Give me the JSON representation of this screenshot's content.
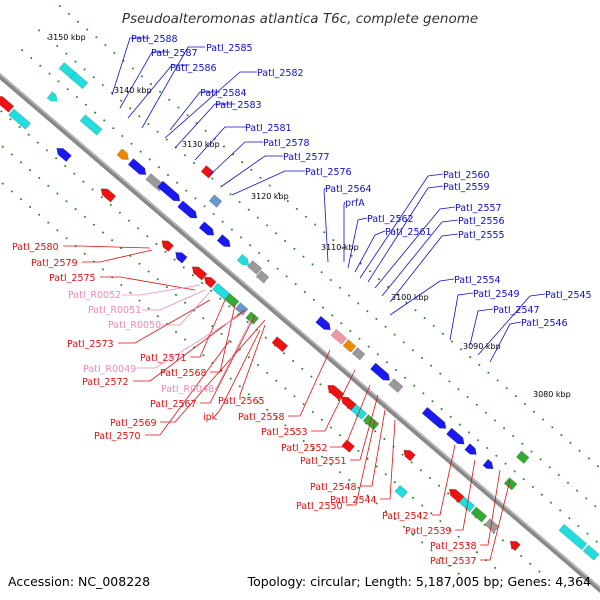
{
  "title": "Pseudoalteromonas atlantica T6c, complete genome",
  "footer": {
    "accession": "Accession: NC_008228",
    "summary": "Topology: circular; Length: 5,187,005 bp; Genes: 4,364"
  },
  "scale_ticks": [
    "3150 kbp",
    "3140 kbp",
    "3130 kbp",
    "3120 kbp",
    "3110 kbp",
    "3100 kbp",
    "3090 kbp",
    "3080 kbp"
  ],
  "colors": {
    "forward_label": "#1010cc",
    "reverse_label": "#dd1111",
    "rna_label": "#ee88bb",
    "backbone": "#888888",
    "tick_mark": "#228822"
  },
  "forward_labels": [
    "PatI_2588",
    "PatI_2587",
    "PatI_2585",
    "PatI_2586",
    "PatI_2582",
    "PatI_2584",
    "PatI_2583",
    "PatI_2581",
    "PatI_2578",
    "PatI_2577",
    "PatI_2576",
    "PatI_2564",
    "prfA",
    "PatI_2562",
    "PatI_2561",
    "PatI_2560",
    "PatI_2559",
    "PatI_2557",
    "PatI_2556",
    "PatI_2555",
    "PatI_2554",
    "PatI_2549",
    "PatI_2547",
    "PatI_2545",
    "PatI_2546"
  ],
  "reverse_labels": [
    "PatI_2580",
    "PatI_2579",
    "PatI_2575",
    "PatI_2573",
    "PatI_2571",
    "PatI_2568",
    "PatI_2572",
    "PatI_2567",
    "PatI_2565",
    "PatI_2569",
    "PatI_2570",
    "ipk",
    "PatI_2558",
    "PatI_2553",
    "PatI_2552",
    "PatI_2551",
    "PatI_2548",
    "PatI_2544",
    "PatI_2550",
    "PatI_2542",
    "PatI_2539",
    "PatI_2538",
    "PatI_2537"
  ],
  "rna_labels": [
    "PatI_R0052",
    "PatI_R0051",
    "PatI_R0050",
    "PatI_R0049",
    "PatI_R0048"
  ]
}
